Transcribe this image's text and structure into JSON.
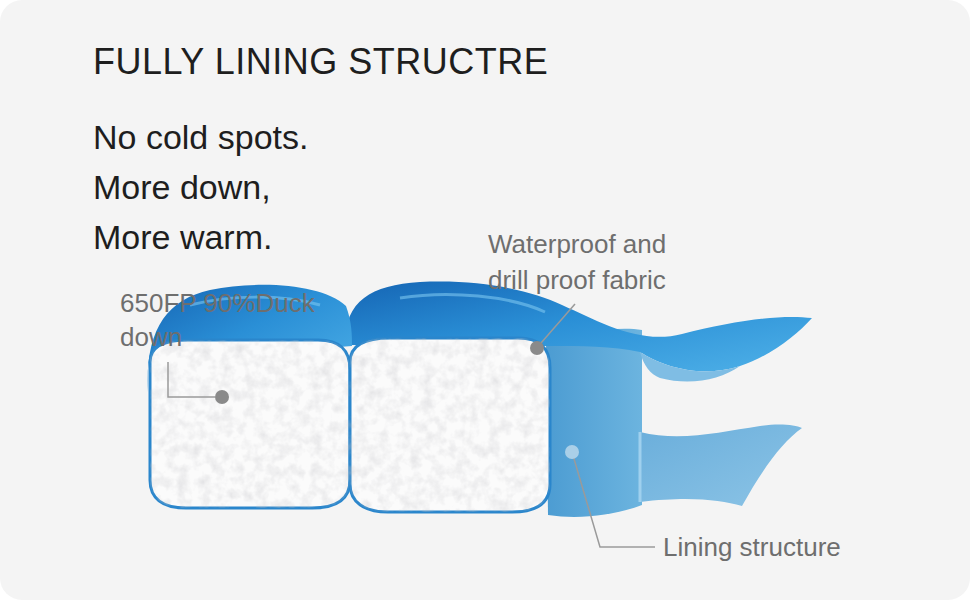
{
  "diagram": {
    "title": "FULLY LINING STRUCTRE",
    "labels": [
      "No cold spots. More down, More warm.",
      "650FP 90%Duck down",
      "Waterproof and drill proof fabric",
      "Lining structure"
    ]
  }
}
